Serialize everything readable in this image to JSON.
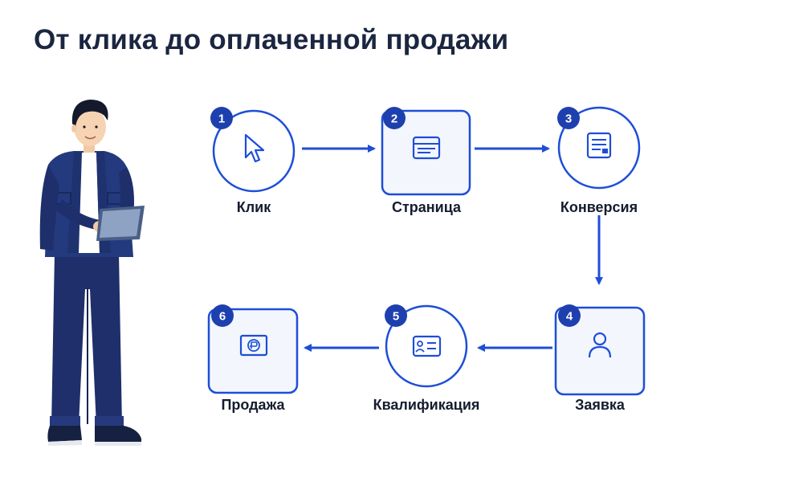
{
  "slide": {
    "title": "От клика до оплаченной продажи"
  },
  "steps": [
    {
      "number": "1",
      "label": "Клик",
      "icon": "cursor-icon",
      "shape": "circle"
    },
    {
      "number": "2",
      "label": "Страница",
      "icon": "browser-page-icon",
      "shape": "square"
    },
    {
      "number": "3",
      "label": "Конверсия",
      "icon": "form-document-icon",
      "shape": "circle"
    },
    {
      "number": "4",
      "label": "Заявка",
      "icon": "user-icon",
      "shape": "square"
    },
    {
      "number": "5",
      "label": "Квалификация",
      "icon": "id-card-icon",
      "shape": "circle"
    },
    {
      "number": "6",
      "label": "Продажа",
      "icon": "ruble-banknote-icon",
      "shape": "square"
    }
  ],
  "colors": {
    "accent": "#1d4ed8",
    "badge": "#1e40af",
    "title": "#1b2640",
    "node_fill": "#f3f6fc",
    "outfit": "#1e2f6b"
  }
}
